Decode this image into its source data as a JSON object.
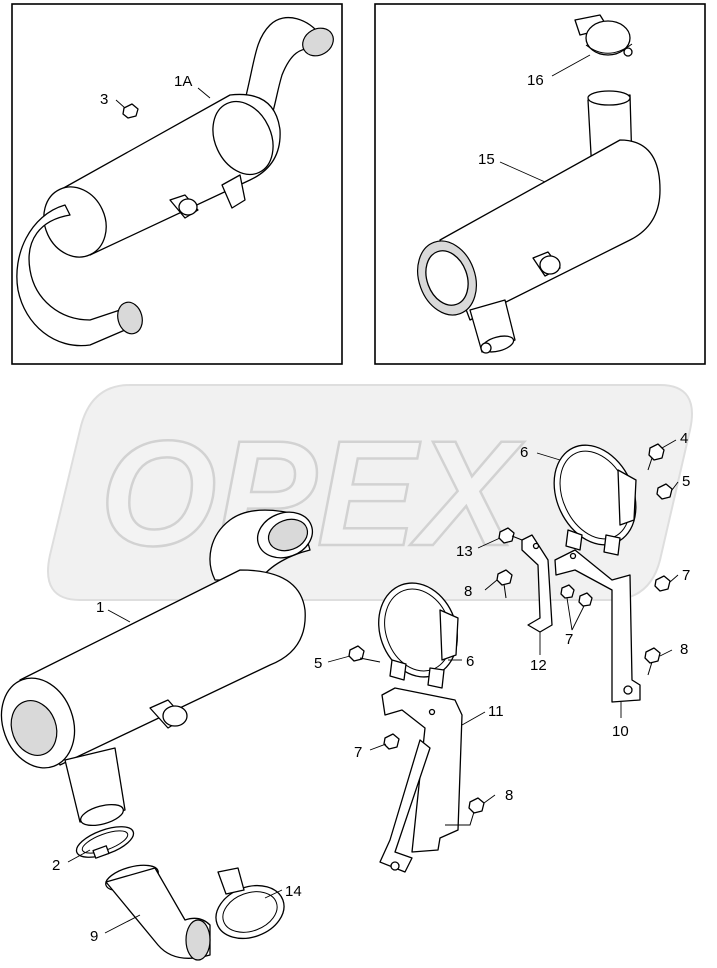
{
  "watermark": "OPEX",
  "callouts": {
    "c1A": "1A",
    "c3": "3",
    "c16": "16",
    "c15": "15",
    "c4": "4",
    "c6a": "6",
    "c5a": "5",
    "c13": "13",
    "c7a": "7",
    "c8a": "8",
    "c12": "12",
    "c7b": "7",
    "c1": "1",
    "c5b": "5",
    "c6b": "6",
    "c8b": "8",
    "c10": "10",
    "c11": "11",
    "c7c": "7",
    "c8c": "8",
    "c2": "2",
    "c14": "14",
    "c9": "9"
  }
}
